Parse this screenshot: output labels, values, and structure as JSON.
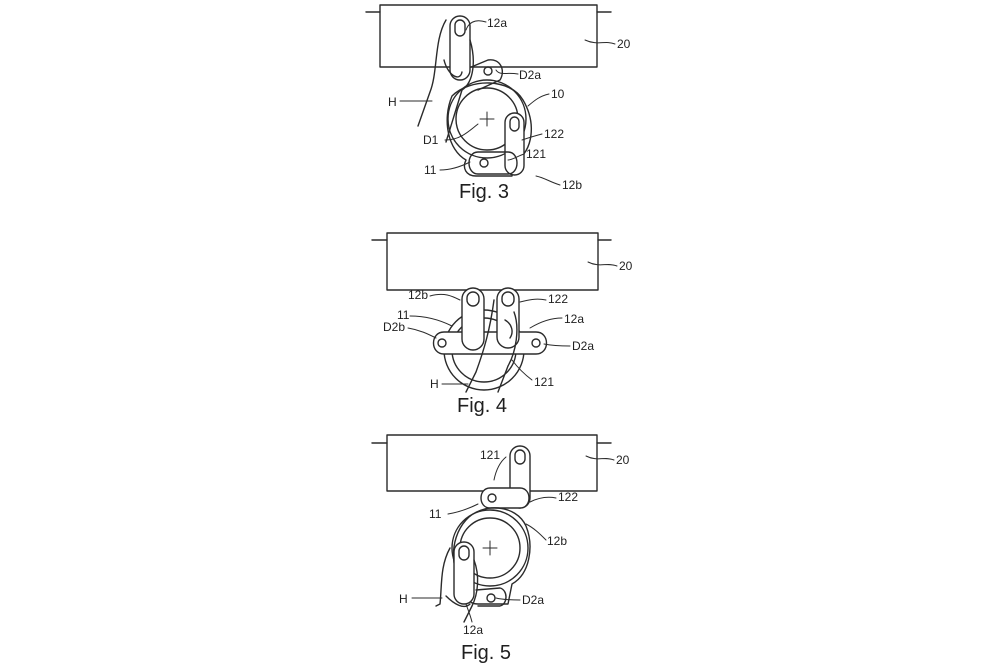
{
  "figures": [
    {
      "caption": "Fig. 3",
      "labels": [
        "12a",
        "20",
        "D2a",
        "10",
        "H",
        "D1",
        "122",
        "121",
        "11",
        "12b"
      ]
    },
    {
      "caption": "Fig. 4",
      "labels": [
        "20",
        "12b",
        "122",
        "11",
        "12a",
        "D2b",
        "D2a",
        "H",
        "121"
      ]
    },
    {
      "caption": "Fig. 5",
      "labels": [
        "121",
        "20",
        "122",
        "11",
        "12b",
        "H",
        "D2a",
        "12a"
      ]
    }
  ]
}
